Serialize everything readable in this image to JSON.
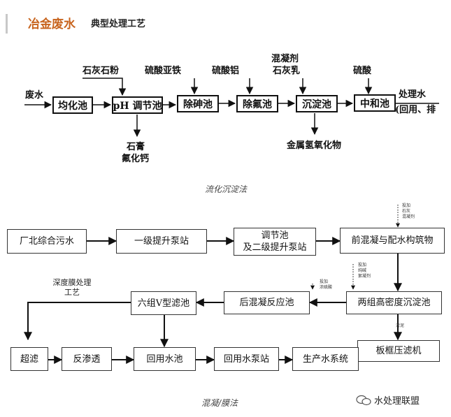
{
  "header": {
    "title": "冶金废水",
    "subtitle": "典型处理工艺"
  },
  "top": {
    "input": "废水",
    "boxes": [
      "均化池",
      "pH 调节池",
      "除砷池",
      "除氟池",
      "沉淀池",
      "中和池"
    ],
    "reagents": [
      "石灰石粉",
      "硫酸亚铁",
      "硫酸铝",
      "混凝剂",
      "石灰乳",
      "硫酸"
    ],
    "byproduct1": [
      "石膏",
      "氟化钙"
    ],
    "byproduct2": "金属氢氧化物",
    "output_line1": "处理水",
    "output_line2": "(回用、排",
    "caption": "流化沉淀法"
  },
  "bottom": {
    "boxes": {
      "source": "厂北综合污水",
      "pump1": "一级提升泵站",
      "regulate": "调节池\n及二级提升泵站",
      "premix": "前混凝与配水构筑物",
      "sedimentation": "两组高密度沉淀池",
      "postcoag": "后混凝反应池",
      "vfilter": "六组V型滤池",
      "press": "板框压滤机",
      "uf": "超滤",
      "ro": "反渗透",
      "reuse_pool": "回用水池",
      "reuse_pump": "回用水泵站",
      "production": "生产水系统"
    },
    "dosing1": [
      "投加",
      "石灰",
      "混凝剂"
    ],
    "dosing2": [
      "投加",
      "纯碱",
      "絮凝剂"
    ],
    "dosing3": [
      "投加",
      "浓硫酸"
    ],
    "sludge": "污泥",
    "deep": "深度膜处理\n工艺",
    "caption": "混凝/膜法"
  },
  "watermark": "水处理联盟"
}
